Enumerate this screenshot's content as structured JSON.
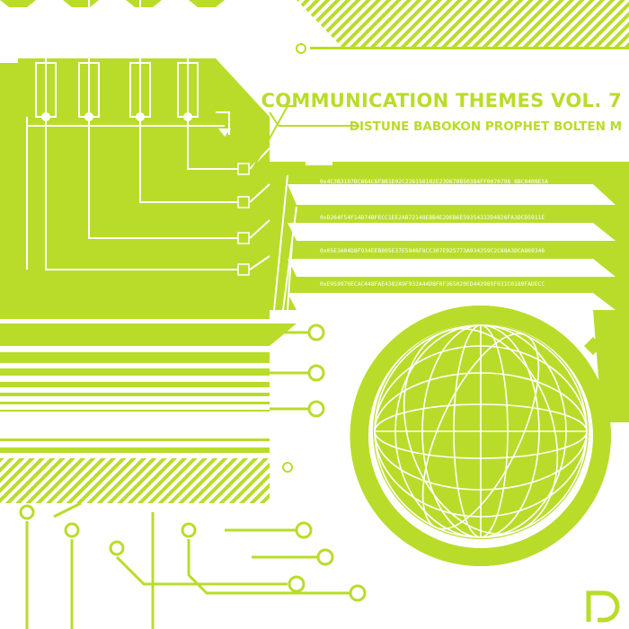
{
  "cover": {
    "title": "COMMUNICATION THEMES VOL. 7",
    "subtitle": "DISTUNE BABOKON PROPHET BOLTEN M",
    "hex_lines": [
      "0x4C3B3187BC664C6F8B1E92C226158182E23D670B50384FF0070798 6BC0408E5A",
      "0xD264F54F14D74BFECC1EE2AB72148EBB4E2DEB6E59354332D4826FA3DCD5911E",
      "0x05E3A04D8F934EEB805E37E5846F8CC307E925773A934259C2C88A3DCA869346",
      "0xE959970ECAC448FAE4382A9F932A44D8F0F365020ED442989F031C0189FADECC"
    ],
    "colors": {
      "accent": "#b9dc2a",
      "background": "#ffffff"
    },
    "logo_icon": "label-logo-icon"
  }
}
